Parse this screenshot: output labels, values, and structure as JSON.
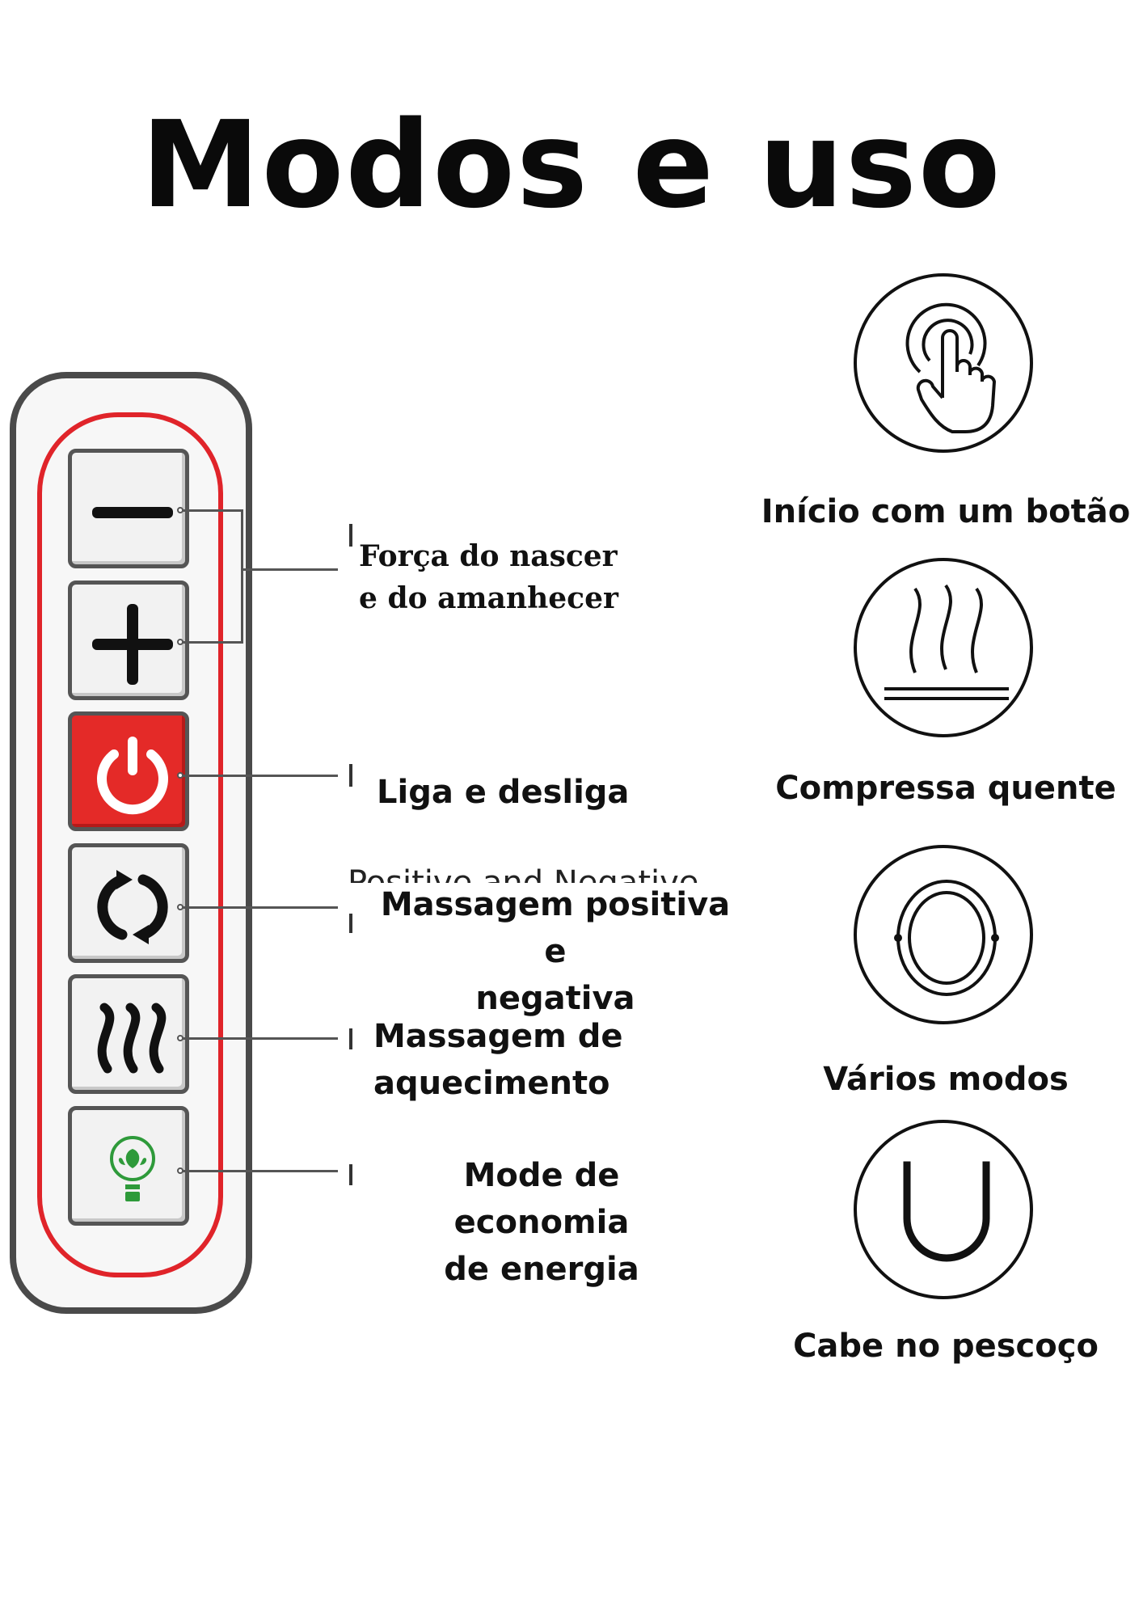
{
  "title": "Modos e uso",
  "remote": {
    "buttons": [
      {
        "icon": "minus-icon"
      },
      {
        "icon": "plus-icon"
      },
      {
        "icon": "power-icon",
        "color": "#e42a28"
      },
      {
        "icon": "cycle-arrows-icon"
      },
      {
        "icon": "heat-waves-icon"
      },
      {
        "icon": "eco-leaf-icon",
        "color": "#2e9a3a"
      }
    ]
  },
  "labels": {
    "strength_line1": "Força do nascer",
    "strength_line2": "e do amanhecer",
    "power": "Liga e desliga",
    "positive_negative_line1": "Massagem positiva e",
    "positive_negative_line2": "negativa",
    "heating_line1": "Massagem de",
    "heating_line2": "aquecimento",
    "eco_line1": "Mode de economia",
    "eco_line2": "de energia"
  },
  "ghost_text": {
    "positive_negative_en": "Positive and Negative"
  },
  "features": [
    {
      "icon": "touch-finger-icon",
      "caption": "Início com um botão"
    },
    {
      "icon": "hot-compress-icon",
      "caption": "Compressa quente"
    },
    {
      "icon": "multi-mode-rings-icon",
      "caption": "Vários modos"
    },
    {
      "icon": "u-neck-shape-icon",
      "caption": "Cabe no pescoço"
    }
  ],
  "colors": {
    "accent_red": "#e0242a",
    "eco_green": "#2e9a3a",
    "text": "#111111"
  }
}
